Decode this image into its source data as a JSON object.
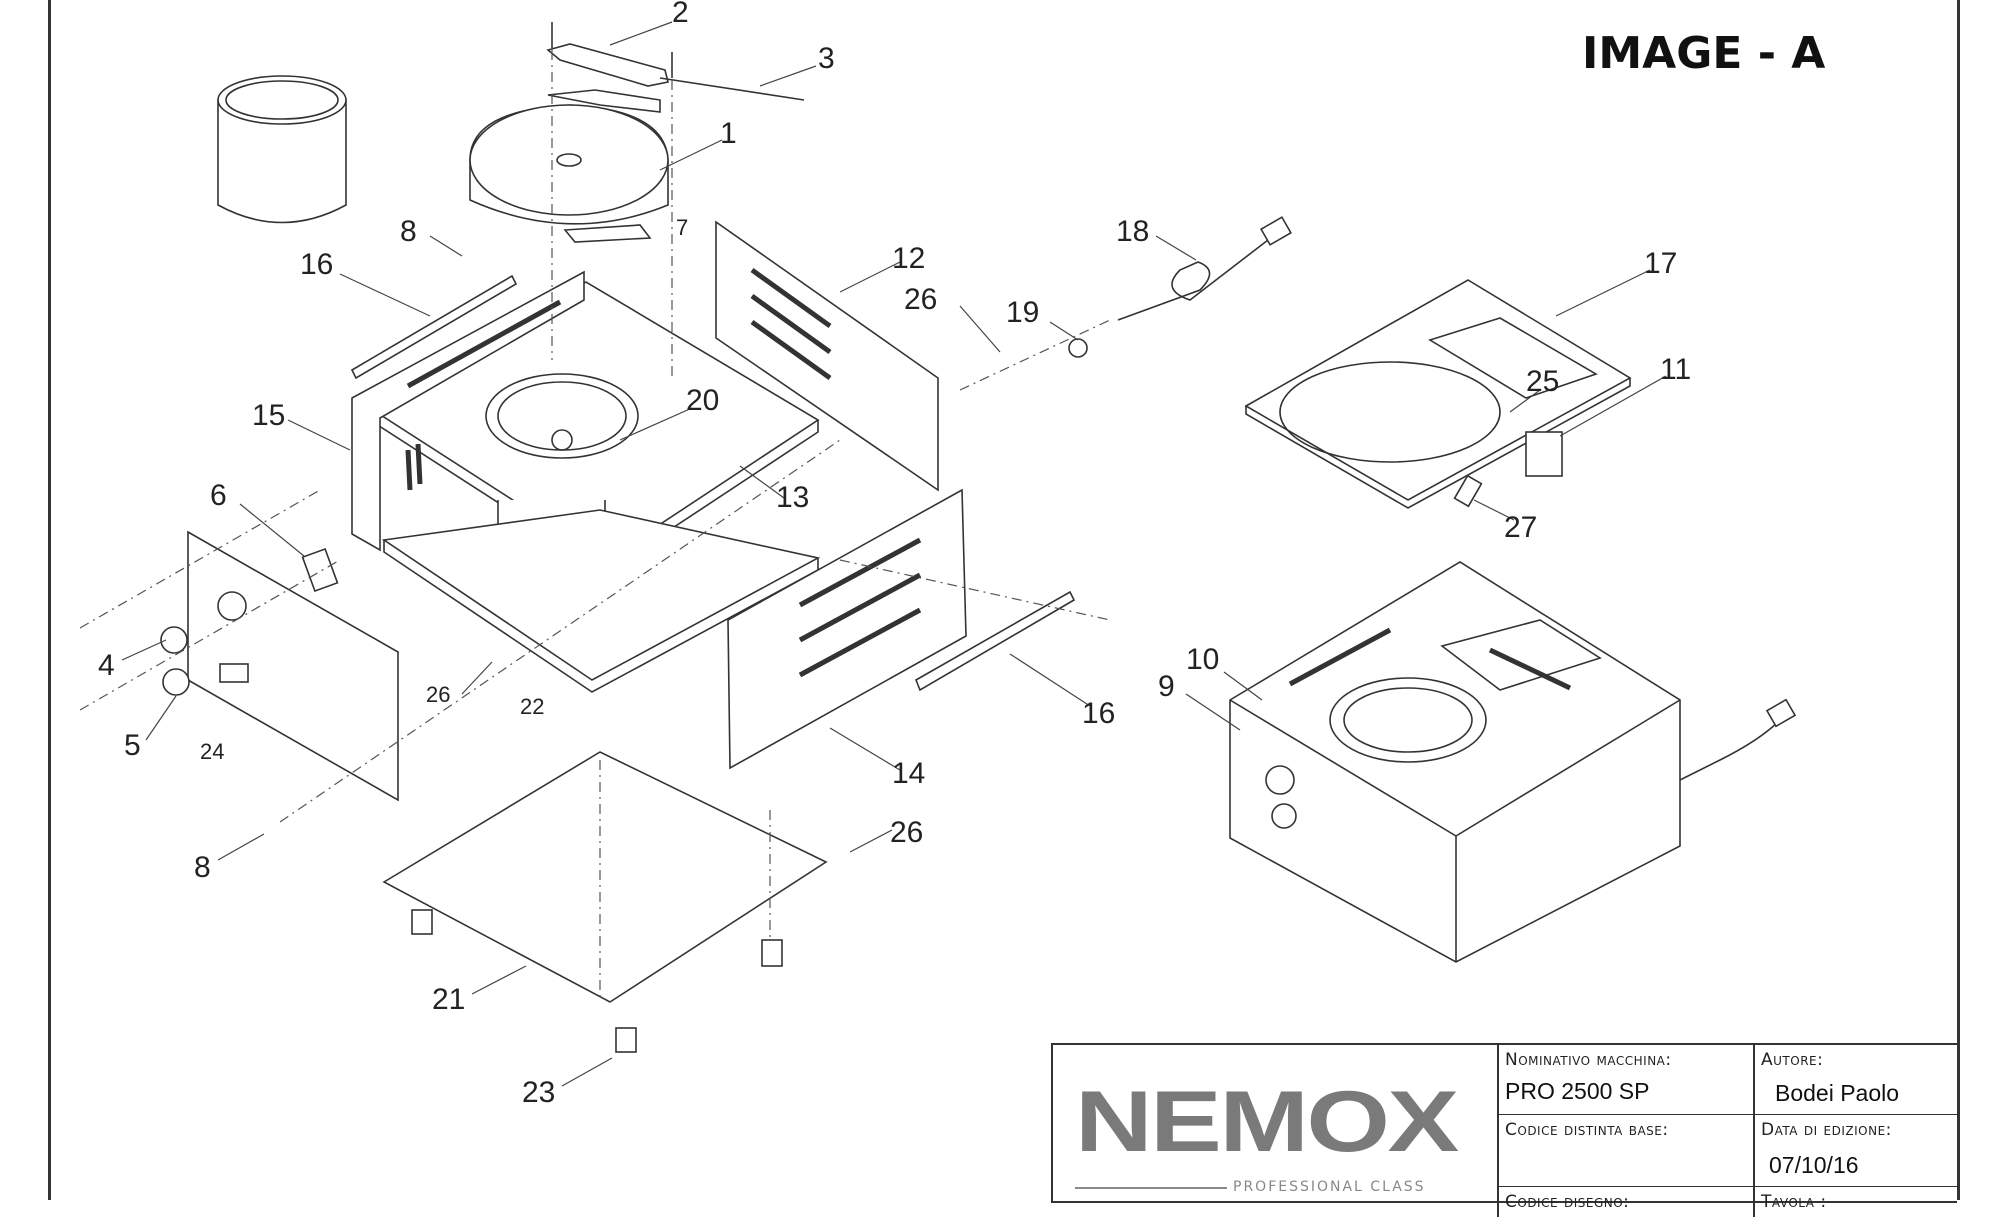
{
  "drawing": {
    "title": "IMAGE - A",
    "callouts": [
      "1",
      "2",
      "3",
      "4",
      "5",
      "6",
      "7",
      "8",
      "8",
      "9",
      "10",
      "11",
      "12",
      "13",
      "14",
      "15",
      "16",
      "16",
      "17",
      "18",
      "19",
      "20",
      "21",
      "22",
      "23",
      "24",
      "25",
      "26",
      "26",
      "26",
      "27"
    ]
  },
  "title_block": {
    "logo": "NEMOX",
    "logo_tagline": "PROFESSIONAL CLASS",
    "machine_label": "Nominativo macchina:",
    "machine_value": "PRO 2500 SP",
    "author_label": "Autore:",
    "author_value": "Bodei Paolo",
    "bom_label": "Codice distinta base:",
    "edition_date_label": "Data di edizione:",
    "edition_date_value": "07/10/16",
    "drawing_code_label": "Codice disegno:",
    "sheet_label": "Tavola :"
  }
}
